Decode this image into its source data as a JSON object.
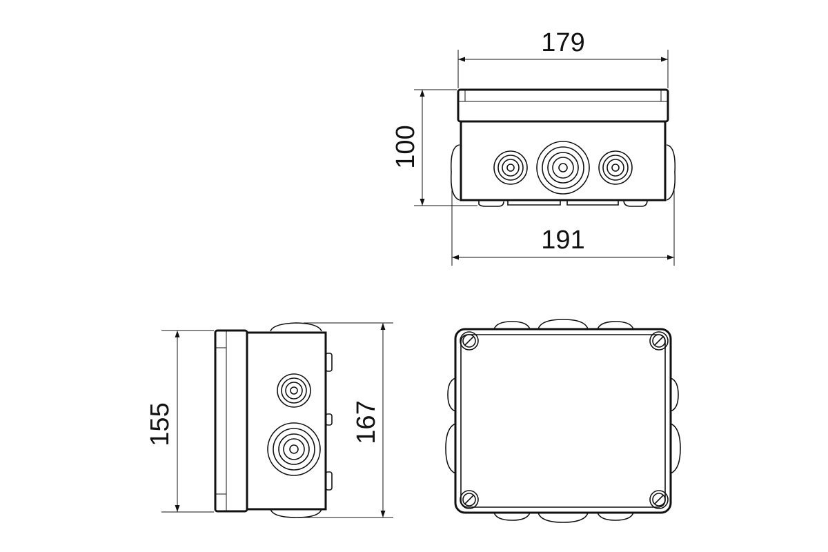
{
  "dimensions": {
    "top_width": "179",
    "height": "100",
    "total_width": "191",
    "side_body": "155",
    "side_total": "167"
  },
  "colors": {
    "line": "#111111",
    "background": "#ffffff",
    "knob_fill": "#dddddd"
  }
}
